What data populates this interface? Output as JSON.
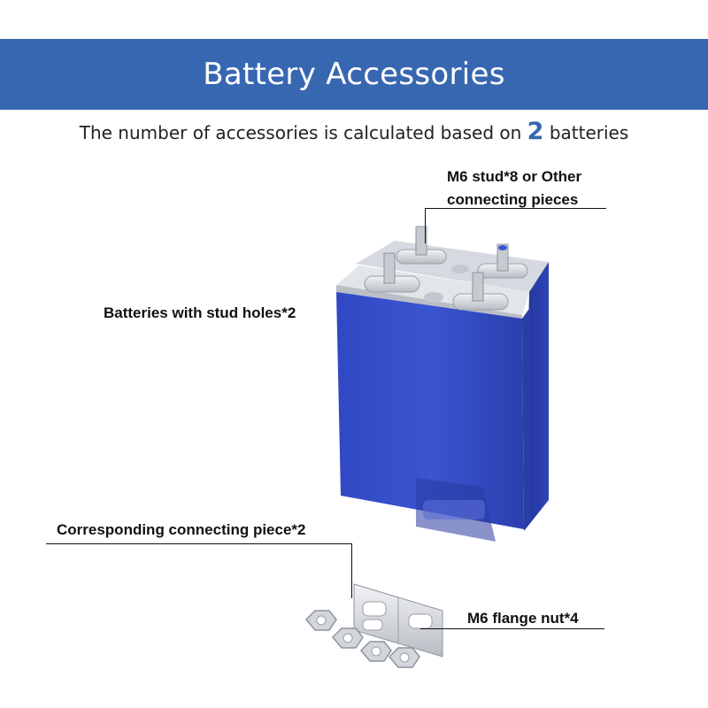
{
  "header": {
    "title": "Battery Accessories",
    "color": "#3867b1"
  },
  "subtitle": {
    "before": "The number of accessories is calculated based on",
    "count": "2",
    "after": "batteries"
  },
  "labels": {
    "stud_line1": "M6 stud*8 or Other",
    "stud_line2": "connecting pieces",
    "batteries": "Batteries with stud holes*2",
    "connecting_piece": "Corresponding connecting piece*2",
    "flange_nut": "M6 flange nut*4"
  },
  "colors": {
    "battery_blue": "#2f45b8",
    "battery_top": "#d9dde3",
    "metal": "#c9ccd1"
  }
}
